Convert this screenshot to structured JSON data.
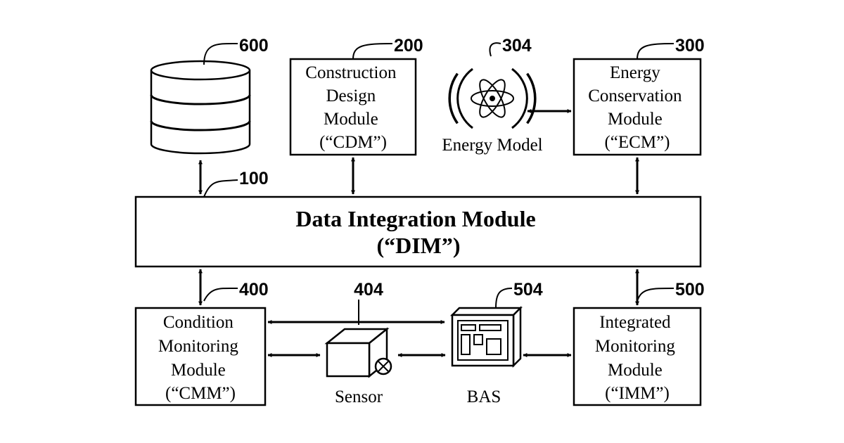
{
  "modules": {
    "cdm": {
      "lines": [
        "Construction",
        "Design",
        "Module",
        "(“CDM”)"
      ],
      "ref": "200"
    },
    "ecm": {
      "lines": [
        "Energy",
        "Conservation",
        "Module",
        "(“ECM”)"
      ],
      "ref": "300"
    },
    "dim": {
      "lines": [
        "Data Integration Module",
        "(“DIM”)"
      ],
      "ref": "100"
    },
    "cmm": {
      "lines": [
        "Condition",
        "Monitoring",
        "Module",
        "(“CMM”)"
      ],
      "ref": "400"
    },
    "imm": {
      "lines": [
        "Integrated",
        "Monitoring",
        "Module",
        "(“IMM”)"
      ],
      "ref": "500"
    }
  },
  "database": {
    "ref": "600"
  },
  "energy_model": {
    "label": "Energy Model",
    "ref": "304"
  },
  "sensor": {
    "label": "Sensor",
    "ref": "404"
  },
  "bas": {
    "label": "BAS",
    "ref": "504"
  }
}
